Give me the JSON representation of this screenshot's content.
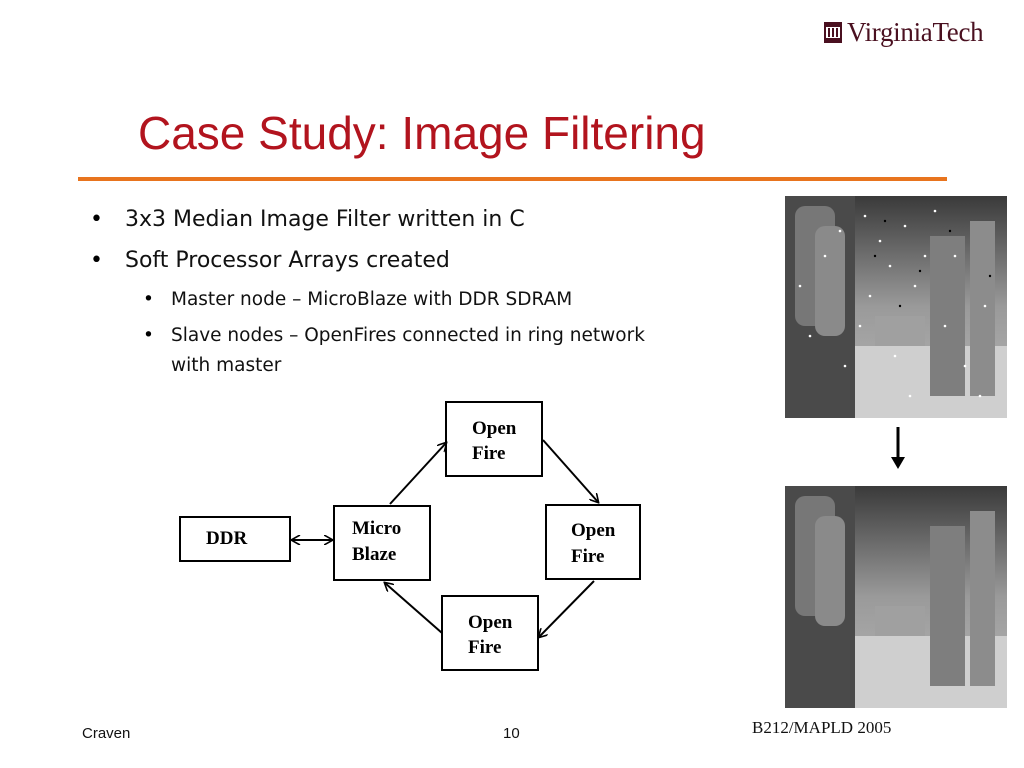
{
  "header": {
    "logo_text": "VirginiaTech",
    "title": "Case Study: Image Filtering"
  },
  "bullets": [
    {
      "level": 1,
      "text": "3x3 Median Image Filter written in C"
    },
    {
      "level": 1,
      "text": "Soft Processor Arrays created"
    },
    {
      "level": 2,
      "text": "Master node – MicroBlaze with DDR SDRAM"
    },
    {
      "level": 2,
      "text": "Slave nodes – OpenFires connected in ring network"
    },
    {
      "level": 2,
      "text": "with master"
    }
  ],
  "diagram": {
    "nodes": {
      "ddr": "DDR",
      "microblaze_line1": "Micro",
      "microblaze_line2": "Blaze",
      "top_line1": "Open",
      "top_line2": "Fire",
      "right_line1": "Open",
      "right_line2": "Fire",
      "bottom_line1": "Open",
      "bottom_line2": "Fire"
    }
  },
  "footer": {
    "author": "Craven",
    "page": "10",
    "venue": "B212/MAPLD 2005"
  },
  "colors": {
    "title": "#b2141e",
    "rule": "#e8741e",
    "logo": "#4a1020"
  }
}
